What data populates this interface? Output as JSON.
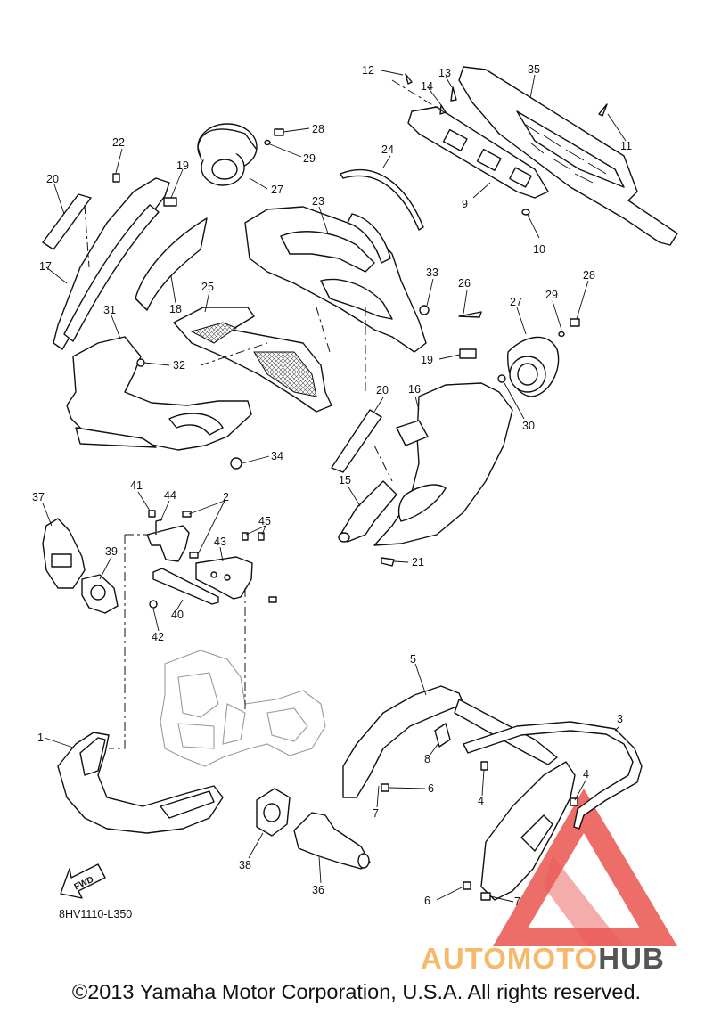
{
  "diagram": {
    "drawing_code": "8HV1110-L350",
    "fwd_label": "FWD",
    "callouts": [
      "1",
      "2",
      "3",
      "4",
      "4",
      "5",
      "6",
      "6",
      "7",
      "7",
      "8",
      "9",
      "10",
      "11",
      "12",
      "13",
      "14",
      "15",
      "16",
      "17",
      "18",
      "19",
      "19",
      "20",
      "20",
      "21",
      "22",
      "23",
      "24",
      "25",
      "26",
      "27",
      "27",
      "28",
      "28",
      "29",
      "29",
      "30",
      "31",
      "32",
      "33",
      "34",
      "35",
      "36",
      "37",
      "38",
      "39",
      "40",
      "41",
      "42",
      "43",
      "44",
      "45"
    ]
  },
  "watermark": {
    "word_a": "AUTO",
    "word_b": "MOTO",
    "word_c": "HUB",
    "colors": {
      "triangle": "#e8403a",
      "auto": "#f5b96a",
      "moto": "#f5b96a",
      "hub": "#555555"
    }
  },
  "footer": {
    "copyright": "©2013 Yamaha Motor Corporation, U.S.A. All rights reserved."
  }
}
